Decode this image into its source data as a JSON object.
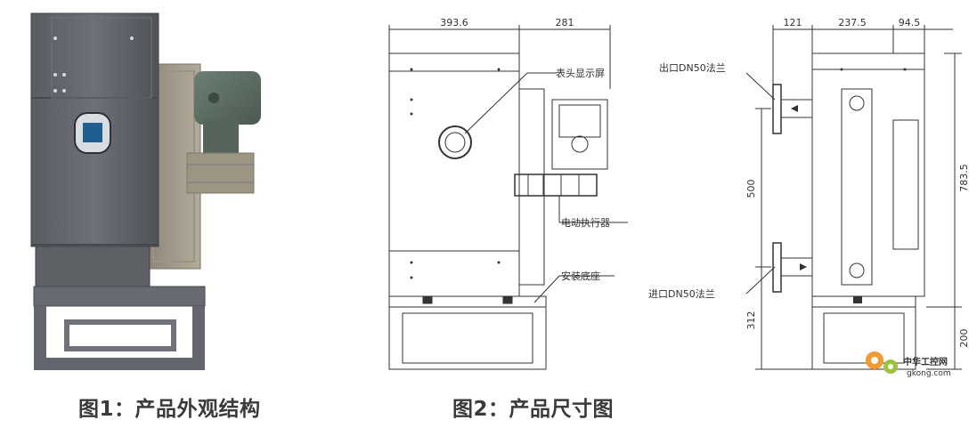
{
  "captions": {
    "figure1": "图1：产品外观结构",
    "figure2": "图2：产品尺寸图"
  },
  "front_view": {
    "dim_left": "393.6",
    "dim_right": "281",
    "label_display": "表头显示屏",
    "label_actuator": "电动执行器",
    "label_base": "安装底座"
  },
  "side_view": {
    "dim_a": "121",
    "dim_b": "237.5",
    "dim_c": "94.5",
    "dim_height": "783.5",
    "dim_flange_gap": "500",
    "dim_inlet_height": "312",
    "dim_base_height": "200",
    "label_outlet": "出口DN50法兰",
    "label_inlet": "进口DN50法兰"
  },
  "watermark": {
    "cn": "中华工控网",
    "en": "gkong.com"
  }
}
